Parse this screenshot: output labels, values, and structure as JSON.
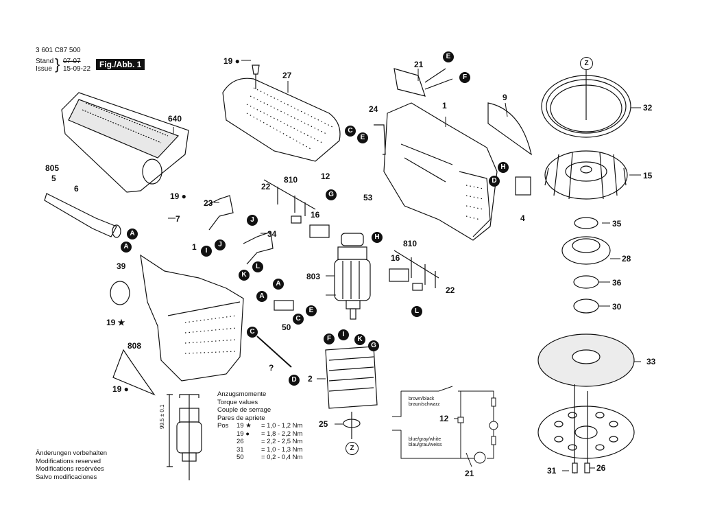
{
  "header": {
    "part_number": "3 601 C87 500",
    "stand_label": "Stand",
    "issue_label": "Issue",
    "stand_date": "07-07",
    "issue_date": "15-09-22",
    "figure_label": "Fig./Abb. 1"
  },
  "part_labels": [
    {
      "id": "p19a",
      "text": "19 ●"
    },
    {
      "id": "p27",
      "text": "27"
    },
    {
      "id": "p21top",
      "text": "21"
    },
    {
      "id": "p640",
      "text": "640"
    },
    {
      "id": "p24",
      "text": "24"
    },
    {
      "id": "p1top",
      "text": "1"
    },
    {
      "id": "p9",
      "text": "9"
    },
    {
      "id": "p32",
      "text": "32"
    },
    {
      "id": "p805",
      "text": "805"
    },
    {
      "id": "p5",
      "text": "5"
    },
    {
      "id": "p6",
      "text": "6"
    },
    {
      "id": "p12top",
      "text": "12"
    },
    {
      "id": "p15",
      "text": "15"
    },
    {
      "id": "p19b",
      "text": "19 ●"
    },
    {
      "id": "p810a",
      "text": "810"
    },
    {
      "id": "p22a",
      "text": "22"
    },
    {
      "id": "p53",
      "text": "53"
    },
    {
      "id": "p23",
      "text": "23"
    },
    {
      "id": "p7",
      "text": "7"
    },
    {
      "id": "p16a",
      "text": "16"
    },
    {
      "id": "p4",
      "text": "4"
    },
    {
      "id": "p35",
      "text": "35"
    },
    {
      "id": "p34",
      "text": "34"
    },
    {
      "id": "p1mid",
      "text": "1"
    },
    {
      "id": "p28",
      "text": "28"
    },
    {
      "id": "p810b",
      "text": "810"
    },
    {
      "id": "p39",
      "text": "39"
    },
    {
      "id": "p803",
      "text": "803"
    },
    {
      "id": "p16b",
      "text": "16"
    },
    {
      "id": "p36",
      "text": "36"
    },
    {
      "id": "p22b",
      "text": "22"
    },
    {
      "id": "p30",
      "text": "30"
    },
    {
      "id": "p19c",
      "text": "19 ★"
    },
    {
      "id": "p50",
      "text": "50"
    },
    {
      "id": "p808",
      "text": "808"
    },
    {
      "id": "p33",
      "text": "33"
    },
    {
      "id": "pq",
      "text": "?"
    },
    {
      "id": "p2",
      "text": "2"
    },
    {
      "id": "p19d",
      "text": "19 ●"
    },
    {
      "id": "p12bot",
      "text": "12"
    },
    {
      "id": "p25",
      "text": "25"
    },
    {
      "id": "p21bot",
      "text": "21"
    },
    {
      "id": "p31",
      "text": "31"
    },
    {
      "id": "p26",
      "text": "26"
    }
  ],
  "callouts": [
    "E",
    "F",
    "C",
    "E",
    "H",
    "D",
    "G",
    "J",
    "I",
    "J",
    "K",
    "L",
    "H",
    "A",
    "A",
    "A",
    "A",
    "E",
    "C",
    "L",
    "C",
    "F",
    "I",
    "K",
    "G",
    "D"
  ],
  "z_markers": [
    "Z",
    "Z"
  ],
  "torque": {
    "lines": [
      "Anzugsmomente",
      "Torque values",
      "Couple de serrage",
      "Pares de apriete"
    ],
    "prefix": "Pos",
    "rows": [
      {
        "pos": "19 ★",
        "value": "= 1,0 - 1,2 Nm"
      },
      {
        "pos": "19 ●",
        "value": "= 1,8 - 2,2 Nm"
      },
      {
        "pos": "26",
        "value": "= 2,2 - 2,5 Nm"
      },
      {
        "pos": "31",
        "value": "= 1,0 - 1,3 Nm"
      },
      {
        "pos": "50",
        "value": "= 0,2 - 0,4 Nm"
      }
    ]
  },
  "modifications": [
    "Änderungen vorbehalten",
    "Modifications reserved",
    "Modifications resérvées",
    "Salvo modificaciones"
  ],
  "wiring": {
    "top_label_1": "brown/black",
    "top_label_2": "braun/schwarz",
    "bottom_label_1": "blue/gray/white",
    "bottom_label_2": "blau/grau/weiss"
  },
  "armature_dimension": "99.5 ± 0.1"
}
